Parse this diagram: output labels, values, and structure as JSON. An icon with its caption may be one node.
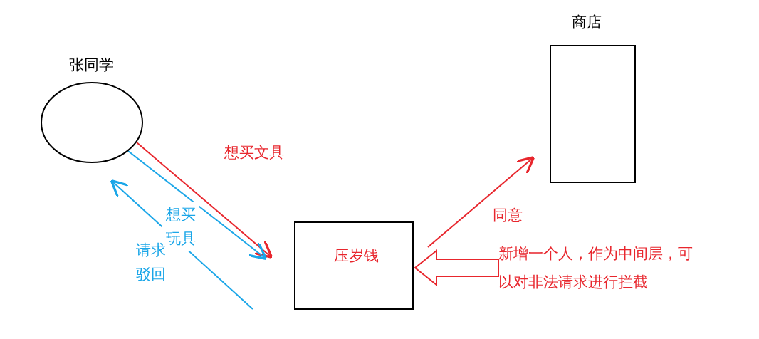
{
  "diagram": {
    "nodes": [
      {
        "text": [
          "张同学"
        ]
      },
      {
        "text": [
          "压岁钱"
        ]
      },
      {
        "text": [
          "商店"
        ]
      },
      {
        "text": [
          "新增一个人，作为中间层，可以对非法请求进行拦截"
        ]
      }
    ],
    "edges": [
      {
        "from": 0,
        "to": 1,
        "arrow": "to",
        "label": "想买文具",
        "color": "#e8262d"
      },
      {
        "from": 0,
        "to": 1,
        "arrow": "to",
        "label": "想买玩具",
        "color": "#1aa6e8"
      },
      {
        "from": 1,
        "to": 0,
        "arrow": "to",
        "label": "请求驳回",
        "color": "#1aa6e8"
      },
      {
        "from": 1,
        "to": 2,
        "arrow": "to",
        "label": "同意",
        "color": "#e8262d"
      },
      {
        "from": 3,
        "to": 1,
        "arrow": "to",
        "style": "thick",
        "color": "#e8262d"
      }
    ]
  }
}
